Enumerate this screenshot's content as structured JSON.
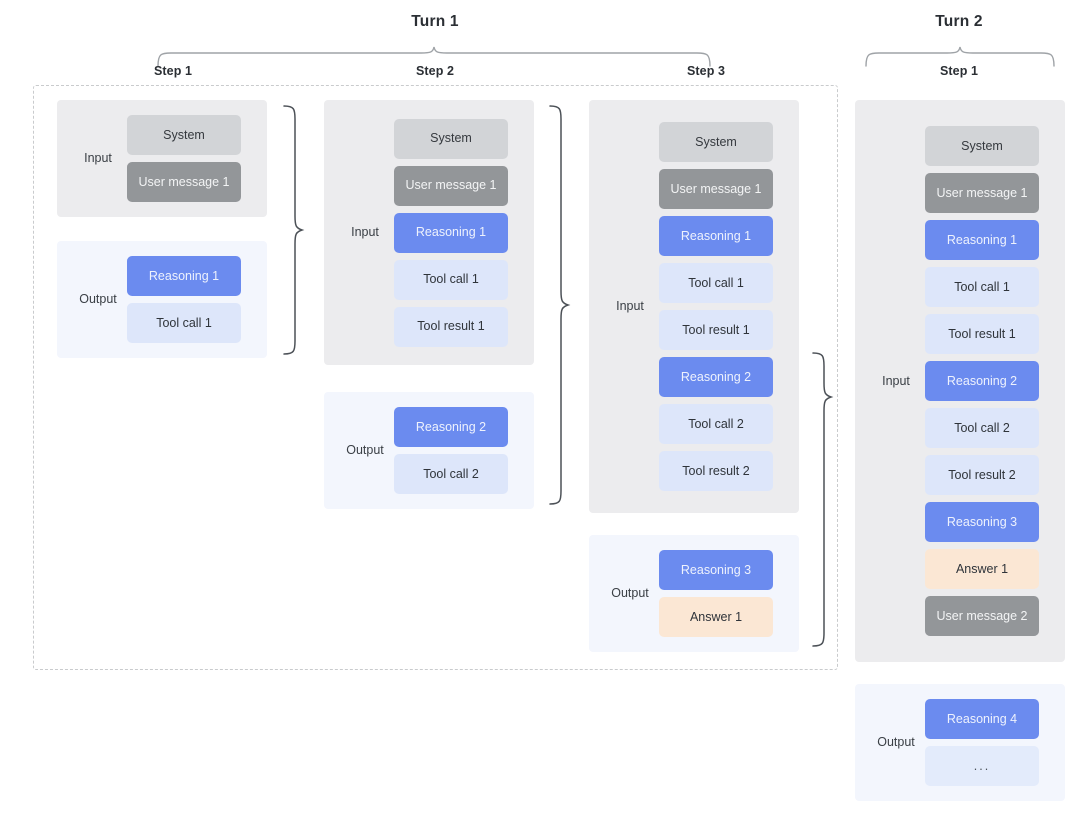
{
  "diagram": {
    "title_turn1": "Turn 1",
    "title_turn2": "Turn 2",
    "labels": {
      "input": "Input",
      "output": "Output",
      "step1": "Step 1",
      "step2": "Step 2",
      "step3": "Step 3"
    },
    "colors": {
      "system": "#d2d4d7",
      "user": "#939699",
      "reasoning": "#6b8bef",
      "tool": "#dde6fa",
      "answer": "#fbe7d4",
      "panel_input": "#ececee",
      "panel_output": "#f3f6fd",
      "frame_dashed": "#c9cbcd",
      "brace": "#4c5157"
    },
    "blocks": {
      "system": "System",
      "user1": "User message 1",
      "user2": "User message 2",
      "reasoning1": "Reasoning 1",
      "reasoning2": "Reasoning 2",
      "reasoning3": "Reasoning 3",
      "reasoning4": "Reasoning 4",
      "toolcall1": "Tool call 1",
      "toolcall2": "Tool call 2",
      "toolresult1": "Tool result 1",
      "toolresult2": "Tool result 2",
      "answer1": "Answer 1",
      "ellipsis": "..."
    },
    "turn1": {
      "step1": {
        "label": "Step 1",
        "input": [
          "System",
          "User message 1"
        ],
        "output": [
          "Reasoning 1",
          "Tool call 1"
        ]
      },
      "step2": {
        "label": "Step 2",
        "input": [
          "System",
          "User message 1",
          "Reasoning 1",
          "Tool call 1",
          "Tool result 1"
        ],
        "output": [
          "Reasoning 2",
          "Tool call 2"
        ]
      },
      "step3": {
        "label": "Step 3",
        "input": [
          "System",
          "User message 1",
          "Reasoning 1",
          "Tool call 1",
          "Tool result 1",
          "Reasoning 2",
          "Tool call 2",
          "Tool result 2"
        ],
        "output": [
          "Reasoning 3",
          "Answer 1"
        ]
      }
    },
    "turn2": {
      "step1": {
        "label": "Step 1",
        "input": [
          "System",
          "User message 1",
          "Reasoning 1",
          "Tool call 1",
          "Tool result 1",
          "Reasoning 2",
          "Tool call 2",
          "Tool result 2",
          "Reasoning 3",
          "Answer 1",
          "User message 2"
        ],
        "output": [
          "Reasoning 4",
          "..."
        ]
      }
    }
  }
}
